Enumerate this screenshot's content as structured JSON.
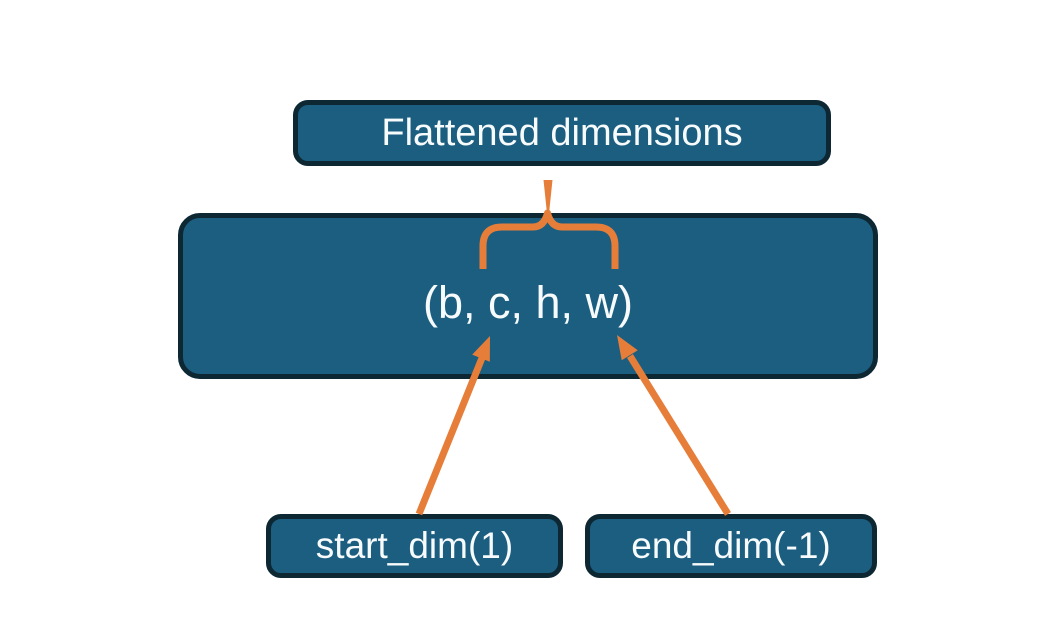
{
  "colors": {
    "background": "#ffffff",
    "box_fill": "#1c5e80",
    "box_border": "#0d2733",
    "box_text": "#f7fbfc",
    "connector": "#e67e3a"
  },
  "diagram": {
    "flattened_box": {
      "label": "Flattened dimensions"
    },
    "tensor_box": {
      "label": "(b, c, h, w)"
    },
    "start_dim_box": {
      "label": "start_dim(1)"
    },
    "end_dim_box": {
      "label": "end_dim(-1)"
    }
  }
}
